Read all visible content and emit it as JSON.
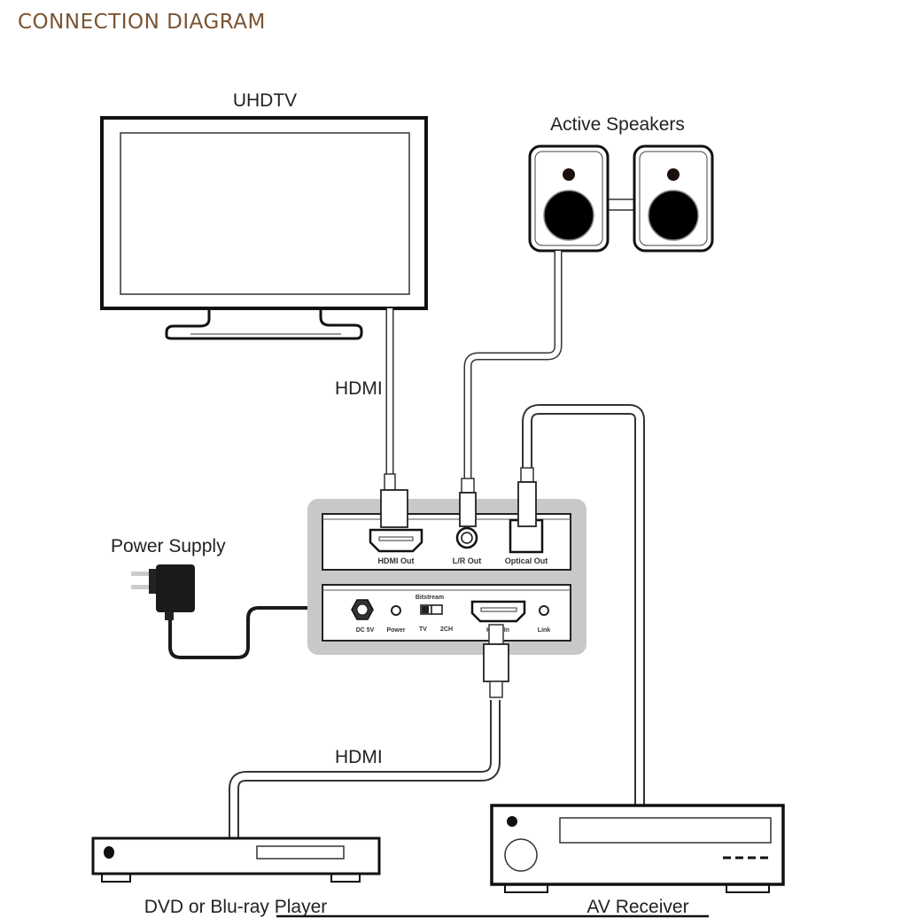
{
  "header": {
    "title": "CONNECTION DIAGRAM",
    "title_color": "#7a5433"
  },
  "devices": {
    "tv": {
      "label": "UHDTV"
    },
    "speakers": {
      "label": "Active Speakers"
    },
    "power_supply": {
      "label": "Power Supply"
    },
    "player": {
      "label": "DVD or Blu-ray Player"
    },
    "receiver": {
      "label": "AV Receiver"
    }
  },
  "cables": {
    "tv_cable": {
      "label": "HDMI"
    },
    "player_cable": {
      "label": "HDMI"
    }
  },
  "extractor": {
    "top_panel": {
      "hdmi_out": "HDMI Out",
      "lr_out": "L/R Out",
      "optical_out": "Optical Out"
    },
    "bottom_panel": {
      "dc_in": "DC 5V",
      "power_led": "Power",
      "switch_title": "Bitstream",
      "switch_left": "TV",
      "switch_right": "2CH",
      "hdmi_in": "HDMI In",
      "link_led": "Link"
    },
    "housing_color": "#c8c8c8"
  }
}
